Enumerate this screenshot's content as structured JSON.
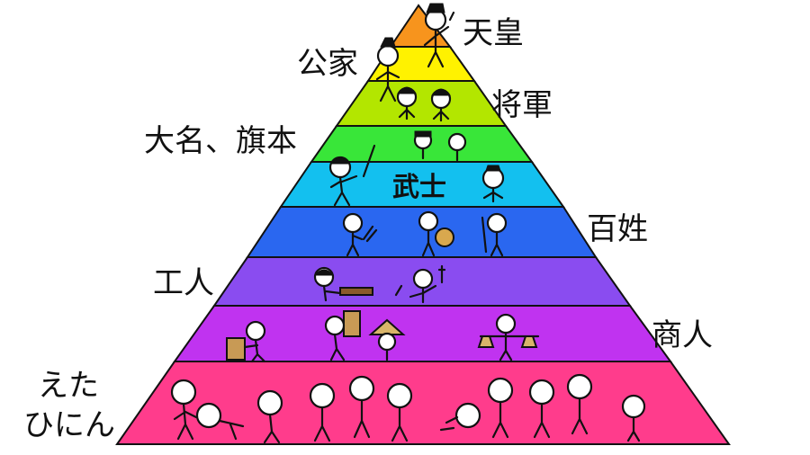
{
  "title": "",
  "tiers": [
    {
      "label": "天皇",
      "color": "#f7941d"
    },
    {
      "label": "公家",
      "color": "#fff200"
    },
    {
      "label": "将軍",
      "color": "#b3e600"
    },
    {
      "label": "大名、旗本",
      "color": "#39e639"
    },
    {
      "label": "武士",
      "color": "#13c0ef"
    },
    {
      "label": "百姓",
      "color": "#2a67f0"
    },
    {
      "label": "工人",
      "color": "#8a4cf0"
    },
    {
      "label": "商人",
      "color": "#c033f0"
    },
    {
      "label": "えた\nひにん",
      "color": "#ff3c8c"
    }
  ],
  "labels": {
    "tenno": "天皇",
    "kuge": "公家",
    "shogun": "将軍",
    "daimyo": "大名、旗本",
    "bushi": "武士",
    "hyakusho": "百姓",
    "kojin": "工人",
    "shonin": "商人",
    "eta_line1": "えた",
    "eta_line2": "ひにん"
  }
}
